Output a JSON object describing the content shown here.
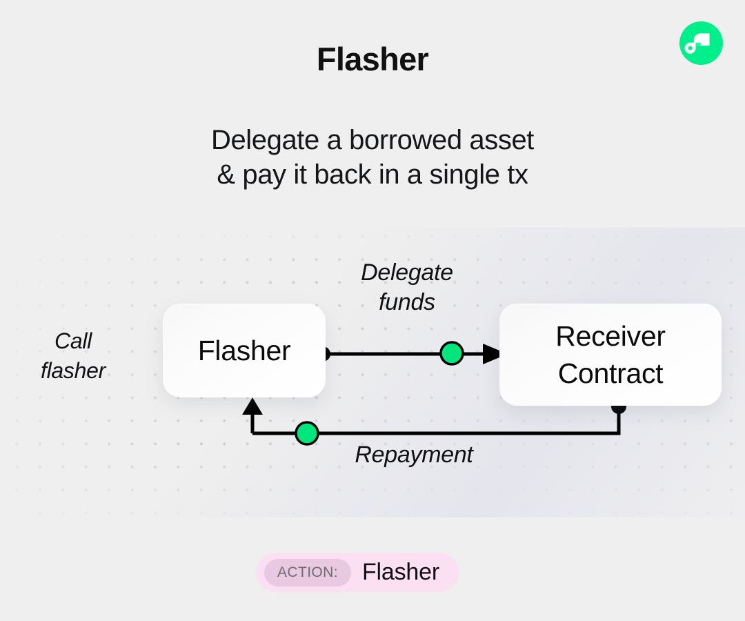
{
  "page": {
    "background_color": "#efefef",
    "accent_green": "#00e57c",
    "logo_green": "#00ef8b",
    "line_color": "#000000"
  },
  "header": {
    "logo_name": "flow-logo-icon",
    "title": "Flasher",
    "subtitle_line1": "Delegate a borrowed asset",
    "subtitle_line2": "& pay it back in a single tx"
  },
  "diagram": {
    "nodes": [
      {
        "id": "flasher",
        "label": "Flasher"
      },
      {
        "id": "receiver",
        "label_line1": "Receiver",
        "label_line2": "Contract"
      }
    ],
    "labels": {
      "call_flasher_line1": "Call",
      "call_flasher_line2": "flasher",
      "delegate_line1": "Delegate",
      "delegate_line2": "funds",
      "repayment": "Repayment"
    }
  },
  "action": {
    "tag": "ACTION:",
    "value": "Flasher",
    "pill_color": "#fbdff3",
    "tag_color": "#e9c9e1"
  }
}
